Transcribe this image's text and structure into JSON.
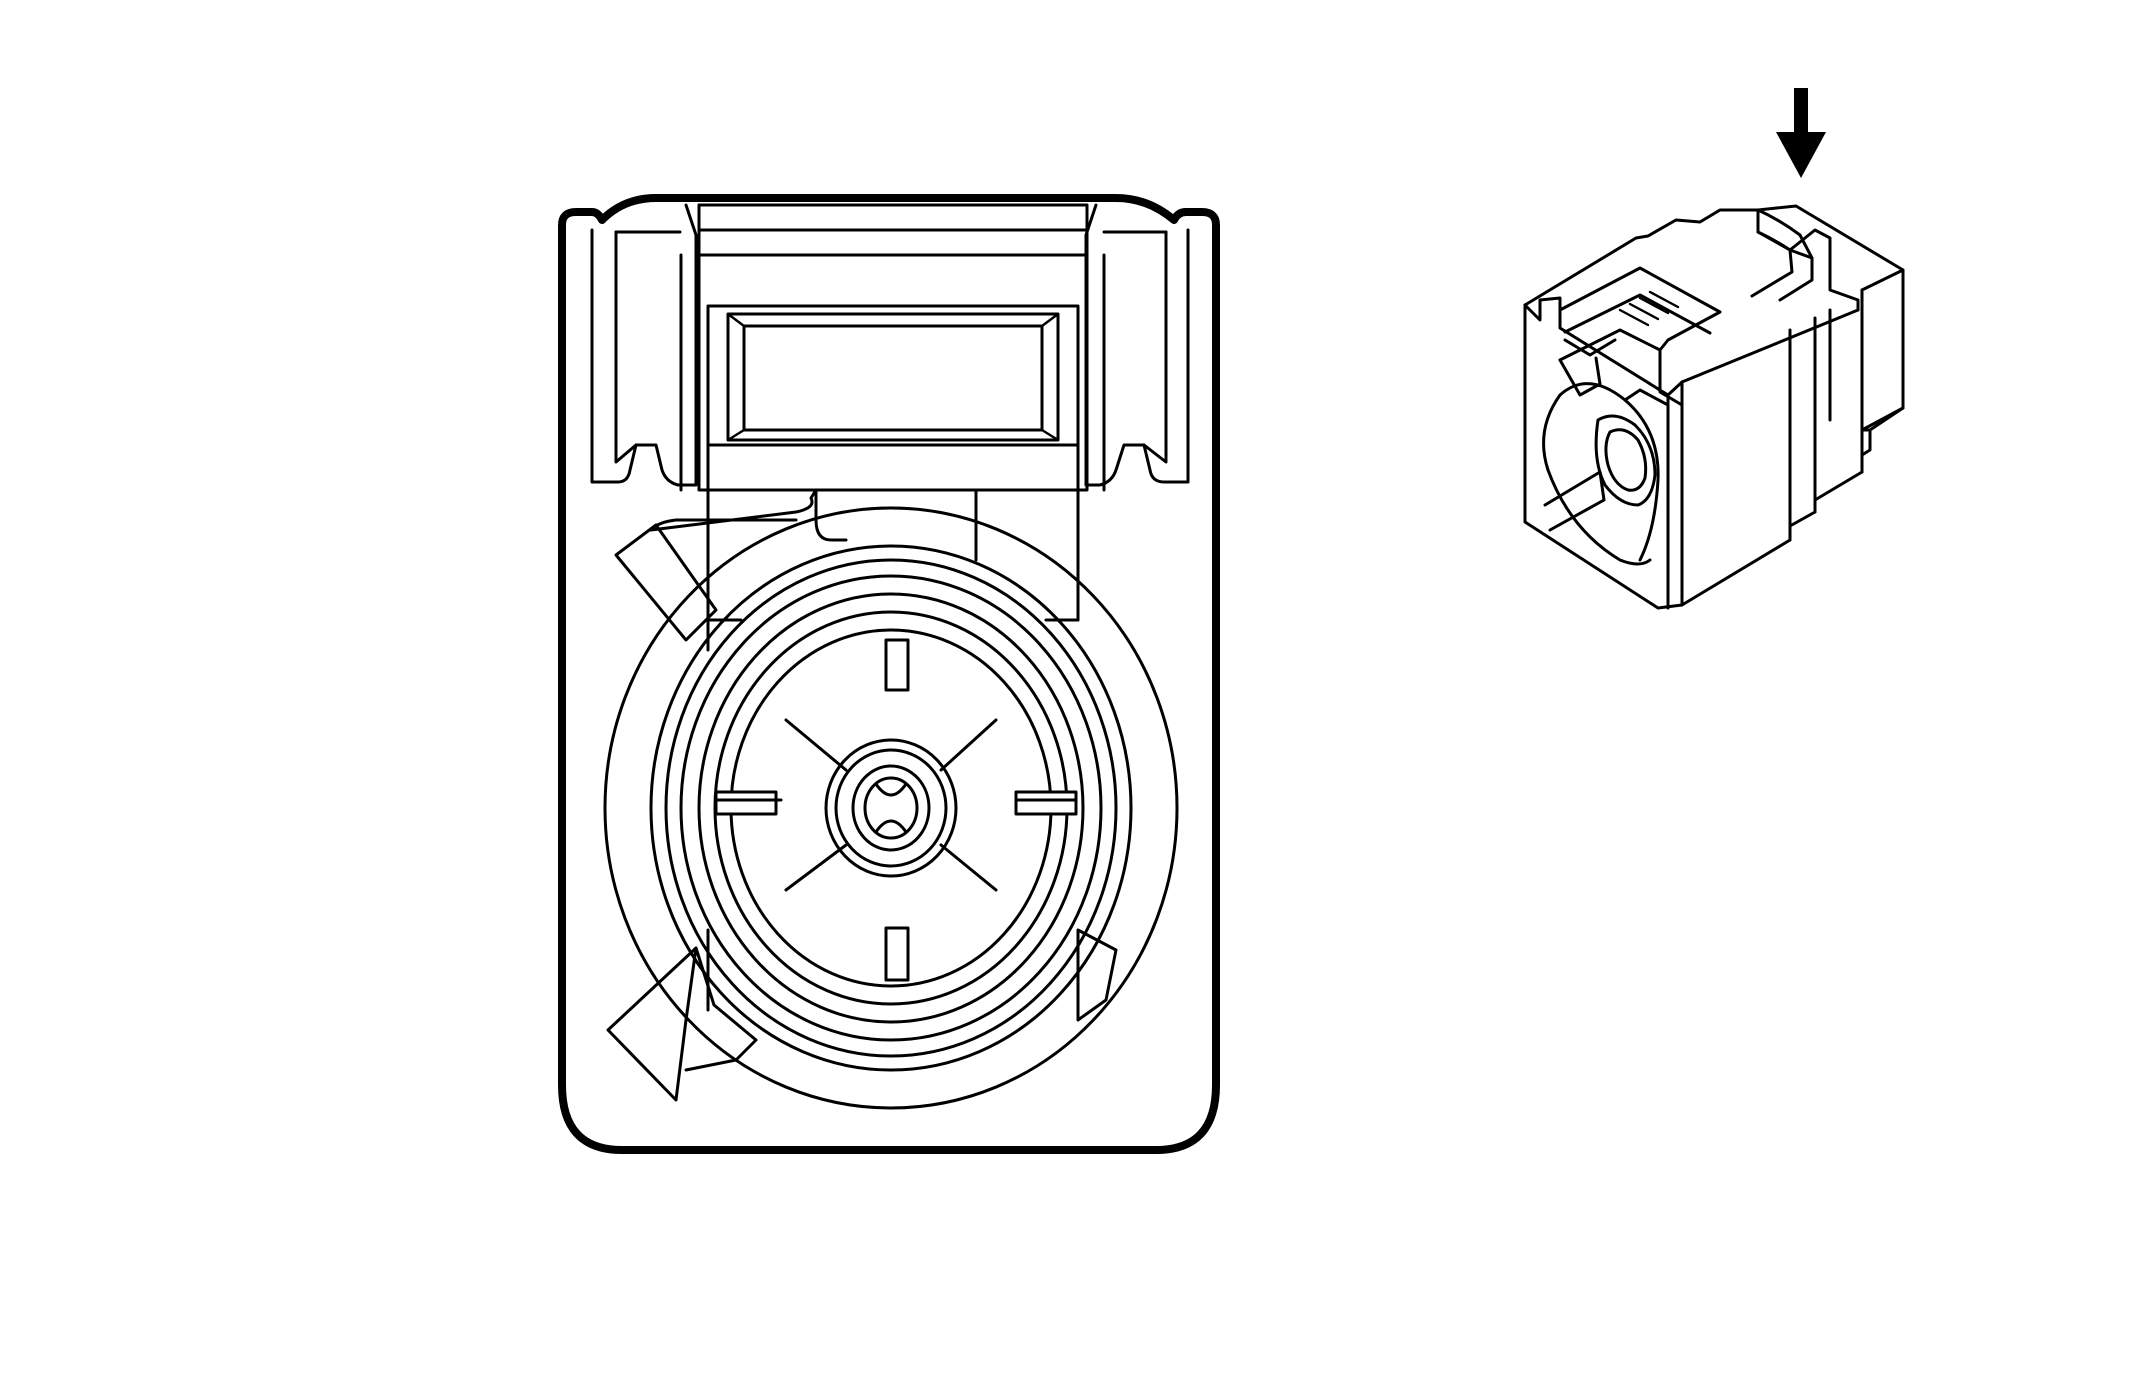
{
  "diagram": {
    "views": [
      {
        "id": "front-face-view",
        "icon": "connector-face-view"
      },
      {
        "id": "isometric-view",
        "icon": "connector-isometric-view"
      }
    ],
    "indicator": {
      "icon": "down-arrow-icon",
      "meaning": "release-tab-location"
    },
    "colors": {
      "line": "#000000",
      "background": "#ffffff"
    }
  }
}
